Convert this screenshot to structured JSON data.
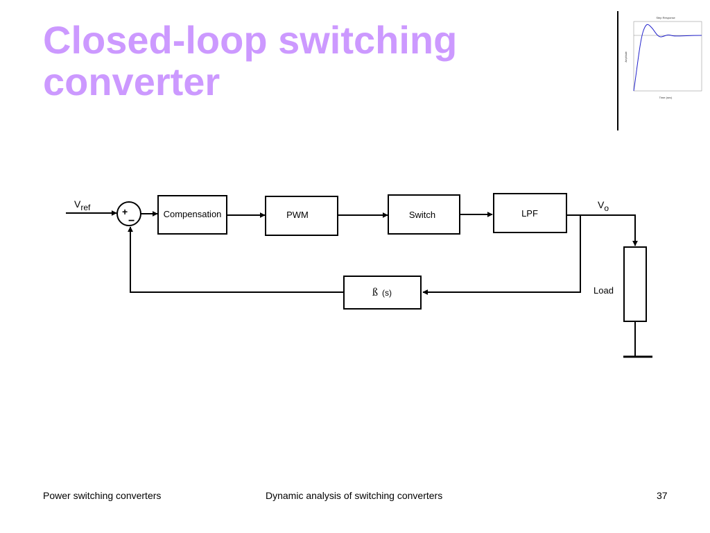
{
  "slide": {
    "title_line1": "Closed-loop switching",
    "title_line2": "converter"
  },
  "diagram": {
    "vref_main": "V",
    "vref_sub": "ref",
    "vo_main": "V",
    "vo_sub": "o",
    "sum_plus": "+",
    "sum_minus": "−",
    "blocks": {
      "compensation": "Compensation",
      "pwm": "PWM",
      "switch": "Switch",
      "lpf": "LPF",
      "beta_symbol": "ß",
      "beta_arg": "(s)"
    },
    "load_label": "Load"
  },
  "thumbnail": {
    "title": "Step Response",
    "xlabel": "Time (sec)",
    "ylabel": "Amplitude",
    "line_color": "#2222cc"
  },
  "footer": {
    "left": "Power switching converters",
    "center": "Dynamic analysis of switching converters",
    "page": "37"
  }
}
